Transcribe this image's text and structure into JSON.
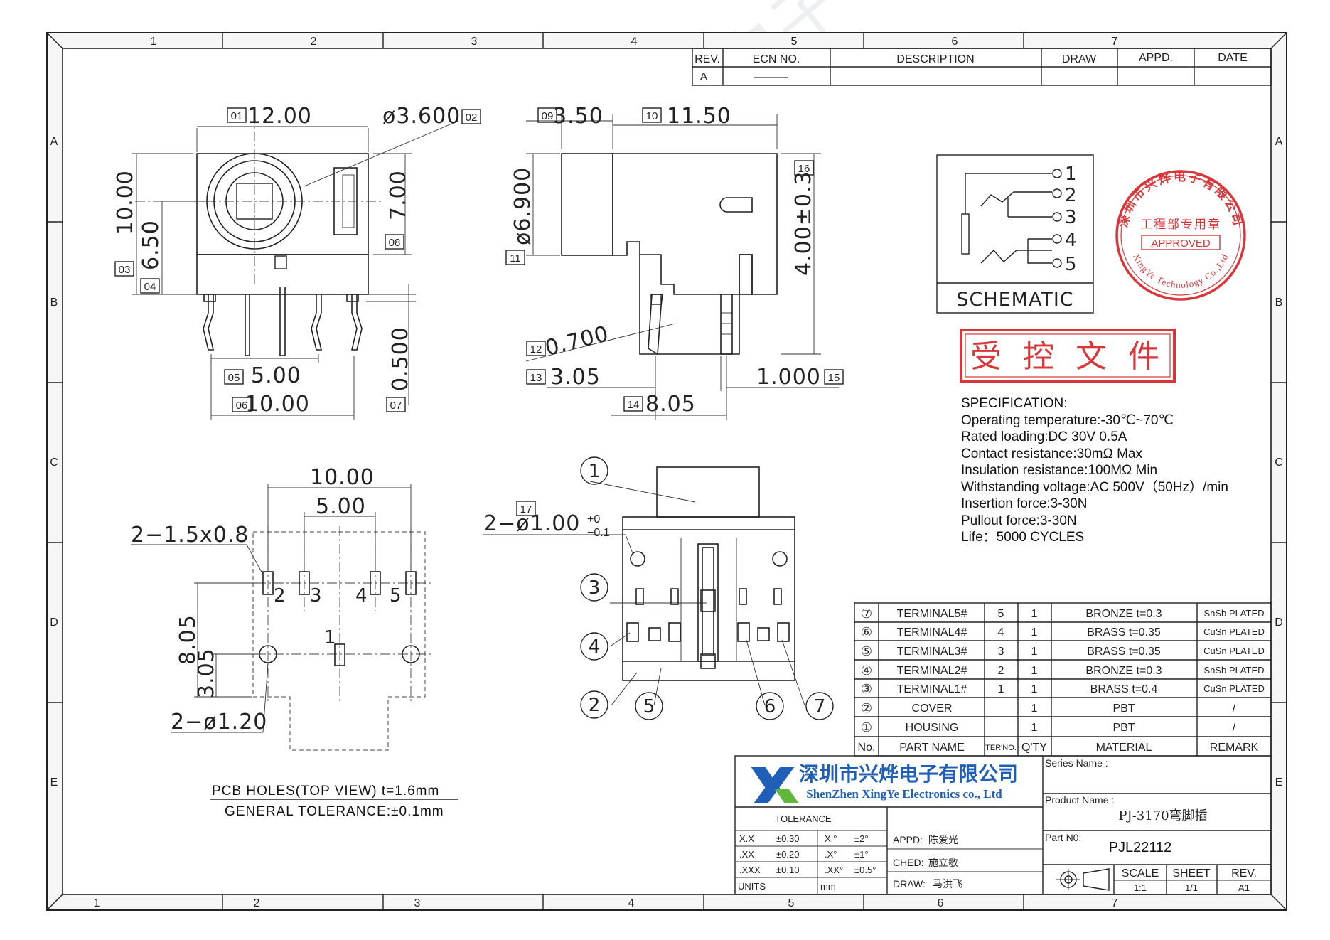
{
  "watermark": {
    "text": "兴烨电子"
  },
  "zones": {
    "columns": [
      "1",
      "2",
      "3",
      "4",
      "5",
      "6",
      "7"
    ],
    "rows": [
      "A",
      "B",
      "C",
      "D",
      "E"
    ]
  },
  "revision_block": {
    "headers": [
      "REV.",
      "ECN NO.",
      "DESCRIPTION",
      "DRAW",
      "APPD.",
      "DATE"
    ],
    "row": {
      "rev": "A",
      "ecn": "———"
    }
  },
  "front_view": {
    "dims": {
      "width": "12.00",
      "hole_dia": "ø3.600",
      "height": "10.00",
      "center_height": "6.50",
      "hole_center": "7.00",
      "pin_spacing_inner": "5.00",
      "pin_spacing_outer": "10.00",
      "pin_length": "0.500"
    },
    "tags": [
      "01",
      "02",
      "03",
      "04",
      "05",
      "06",
      "07",
      "08"
    ]
  },
  "side_view": {
    "dims": {
      "front_depth": "3.50",
      "body_depth": "11.50",
      "barrel_dia": "ø6.900",
      "height": "4.00±0.3",
      "pin_width": "0.700",
      "pin_offset": "3.05",
      "pin_pitch": "1.000",
      "pin_span": "8.05"
    },
    "tags": [
      "09",
      "10",
      "11",
      "12",
      "13",
      "14",
      "15",
      "16"
    ]
  },
  "pcb_view": {
    "dims": {
      "outer": "10.00",
      "inner": "5.00",
      "slot": "2−1.5x0.8",
      "row_y": "8.05",
      "hole_y": "3.05",
      "holes": "2−ø1.20"
    },
    "pin_labels": [
      "1",
      "2",
      "3",
      "4",
      "5"
    ],
    "caption_1": "PCB  HOLES(TOP  VIEW)  t=1.6mm",
    "caption_2": "GENERAL  TOLERANCE:±0.1mm"
  },
  "bottom_view": {
    "tag": "17",
    "post_label": "2−ø1.00",
    "tol_upper": "+0",
    "tol_lower": "−0.1",
    "balloons": [
      "1",
      "2",
      "3",
      "4",
      "5",
      "6",
      "7"
    ]
  },
  "schematic": {
    "title": "SCHEMATIC",
    "pins": [
      "1",
      "2",
      "3",
      "4",
      "5"
    ]
  },
  "stamps": {
    "controlled": "受 控 文 件",
    "company_seal_top": "深圳市兴烨电子有限公司",
    "company_seal_mid": "工程部专用章",
    "company_seal_bottom": "XingYe Technology Co.,Ltd",
    "approved": "APPROVED",
    "seal_color": "#d8373a"
  },
  "specification": {
    "title": "SPECIFICATION:",
    "lines": [
      "Operating temperature:-30℃~70℃",
      "Rated loading:DC 30V 0.5A",
      "Contact resistance:30mΩ Max",
      "Insulation resistance:100MΩ Min",
      "Withstanding voltage:AC 500V（50Hz）/min",
      "Insertion force:3-30N",
      "Pullout force:3-30N",
      "Life：5000 CYCLES"
    ]
  },
  "bom": {
    "headers": [
      "No.",
      "PART  NAME",
      "TER'NO.",
      "Q'TY",
      "MATERIAL",
      "REMARK"
    ],
    "rows": [
      {
        "no": "⑦",
        "name": "TERMINAL5#",
        "ter": "5",
        "qty": "1",
        "material": "BRONZE  t=0.3",
        "remark": "SnSb  PLATED"
      },
      {
        "no": "⑥",
        "name": "TERMINAL4#",
        "ter": "4",
        "qty": "1",
        "material": "BRASS  t=0.35",
        "remark": "CuSn  PLATED"
      },
      {
        "no": "⑤",
        "name": "TERMINAL3#",
        "ter": "3",
        "qty": "1",
        "material": "BRASS  t=0.35",
        "remark": "CuSn  PLATED"
      },
      {
        "no": "④",
        "name": "TERMINAL2#",
        "ter": "2",
        "qty": "1",
        "material": "BRONZE  t=0.3",
        "remark": "SnSb  PLATED"
      },
      {
        "no": "③",
        "name": "TERMINAL1#",
        "ter": "1",
        "qty": "1",
        "material": "BRASS  t=0.4",
        "remark": "CuSn  PLATED"
      },
      {
        "no": "②",
        "name": "COVER",
        "ter": "",
        "qty": "1",
        "material": "PBT",
        "remark": "/"
      },
      {
        "no": "①",
        "name": "HOUSING",
        "ter": "",
        "qty": "1",
        "material": "PBT",
        "remark": "/"
      }
    ]
  },
  "title_block": {
    "company_cn": "深圳市兴烨电子有限公司",
    "company_en": "ShenZhen XingYe Electronics co., Ltd",
    "logo_colors": {
      "blue": "#1f5fb8",
      "green": "#5fb83a"
    },
    "tolerance_title": "TOLERANCE",
    "tolerance_rows": [
      {
        "a": "X.X",
        "b": "±0.30",
        "c": "X.°",
        "d": "±2°"
      },
      {
        "a": ".XX",
        "b": "±0.20",
        "c": ".X°",
        "d": "±1°"
      },
      {
        "a": ".XXX",
        "b": "±0.10",
        "c": ".XX°",
        "d": "±0.5°"
      }
    ],
    "units_label": "UNITS",
    "units_value": "mm",
    "appd_label": "APPD:",
    "appd_value": "陈爱光",
    "ched_label": "CHED:",
    "ched_value": "施立敏",
    "draw_label": "DRAW:",
    "draw_value": "马洪飞",
    "series_label": "Series Name :",
    "series_value": "",
    "product_label": "Product Name :",
    "product_value": "PJ-3170弯脚插",
    "part_label": "Part N0:",
    "part_value": "PJL22112",
    "scale_label": "SCALE",
    "scale_value": "1:1",
    "sheet_label": "SHEET",
    "sheet_value": "1/1",
    "rev_label": "REV.",
    "rev_value": "A1"
  }
}
